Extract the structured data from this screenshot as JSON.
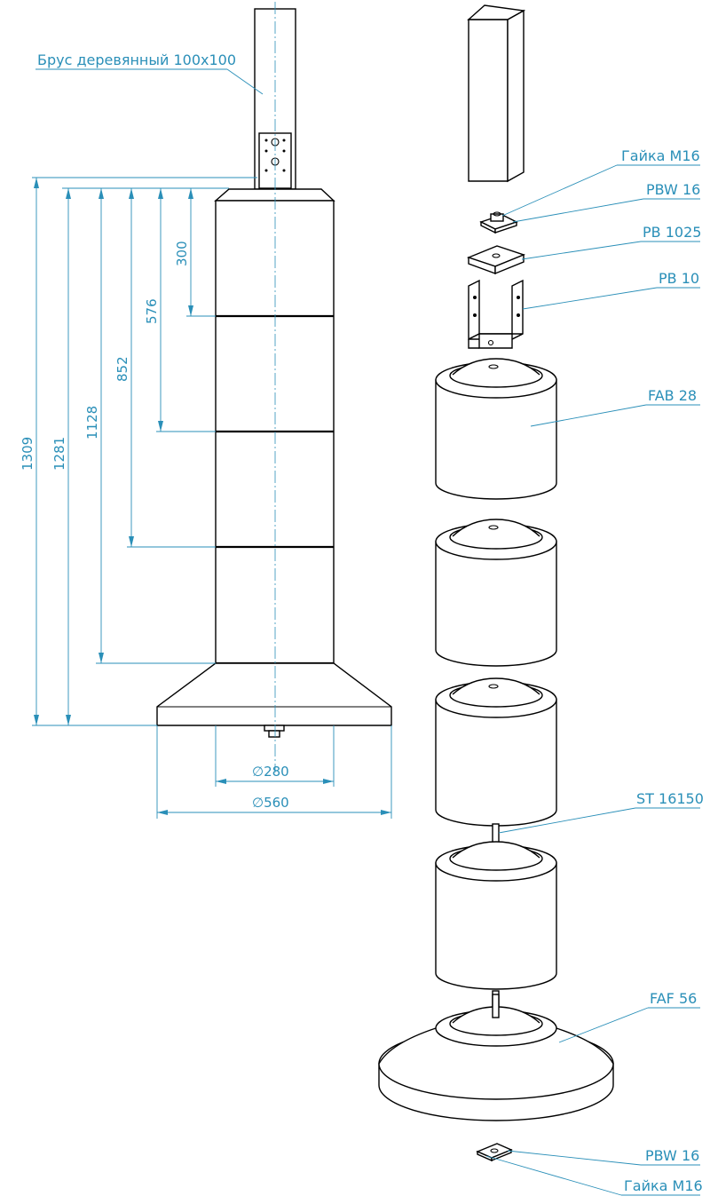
{
  "labels": {
    "beam": "Брус деревянный 100x100",
    "nut_top": "Гайка M16",
    "pbw_top": "PBW 16",
    "pb1025": "PB 1025",
    "pb10": "PB 10",
    "fab28": "FAB 28",
    "st16150": "ST 16150",
    "faf56": "FAF 56",
    "pbw_bottom": "PBW 16",
    "nut_bottom": "Гайка M16"
  },
  "dimensions": {
    "h300": "300",
    "h576": "576",
    "h852": "852",
    "h1128": "1128",
    "h1281": "1281",
    "h1309": "1309",
    "d280": "∅280",
    "d560": "∅560"
  },
  "colors": {
    "annotation": "#2a8fb8",
    "outline": "#000000"
  }
}
